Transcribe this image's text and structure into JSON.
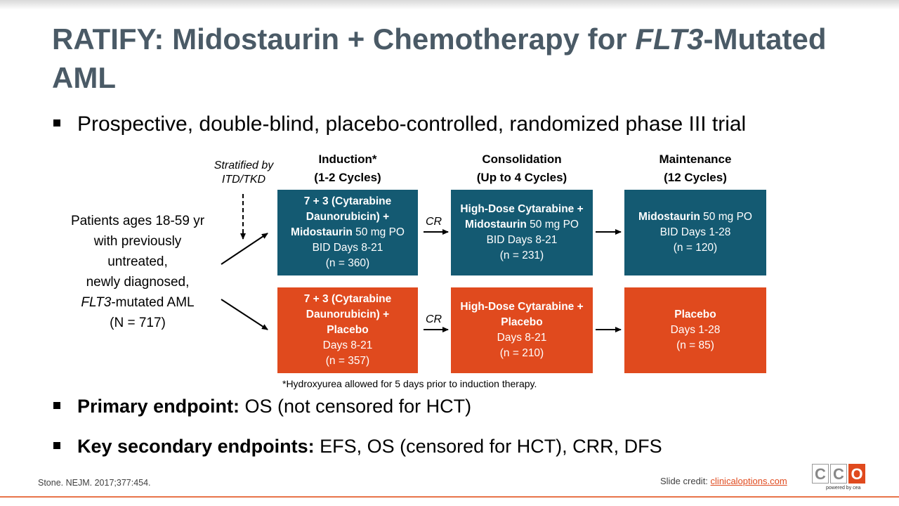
{
  "title": {
    "part1": "RATIFY: Midostaurin + Chemotherapy for ",
    "italic": "FLT3",
    "part2": "-Mutated AML"
  },
  "bullets": {
    "design": "Prospective, double-blind, placebo-controlled, randomized phase III trial",
    "primary_label": "Primary endpoint:",
    "primary_text": " OS (not censored for HCT)",
    "secondary_label": "Key secondary endpoints:",
    "secondary_text": " EFS, OS (censored for HCT), CRR, DFS"
  },
  "diagram": {
    "headers": {
      "induction_1": "Induction*",
      "induction_2": "(1-2 Cycles)",
      "consolidation_1": "Consolidation",
      "consolidation_2": "(Up to 4 Cycles)",
      "maintenance_1": "Maintenance",
      "maintenance_2": "(12 Cycles)"
    },
    "stratified": {
      "line1": "Stratified by",
      "line2": "ITD/TKD"
    },
    "patients": {
      "line1": "Patients ages 18-59 yr",
      "line2": "with previously",
      "line3": "untreated,",
      "line4": "newly diagnosed,",
      "line5_italic": "FLT3",
      "line5_rest": "-mutated AML",
      "line6": "(N = 717)"
    },
    "cr_label": "CR",
    "arm_mido": {
      "induction": {
        "b1": "7 + 3 (Cytarabine",
        "b2": "Daunorubicin) +",
        "b3": "Midostaurin",
        "t3": " 50 mg PO",
        "t4": "BID Days 8-21",
        "t5": "(n = 360)"
      },
      "consolidation": {
        "b1": "High-Dose Cytarabine +",
        "b2": "Midostaurin",
        "t2": " 50 mg PO",
        "t3": "BID Days 8-21",
        "t4": "(n = 231)"
      },
      "maintenance": {
        "b1": "Midostaurin",
        "t1": " 50 mg PO",
        "t2": "BID Days 1-28",
        "t3": "(n = 120)"
      }
    },
    "arm_placebo": {
      "induction": {
        "b1": "7 + 3 (Cytarabine",
        "b2": "Daunorubicin) +",
        "b3": "Placebo",
        "t4": "Days 8-21",
        "t5": "(n = 357)"
      },
      "consolidation": {
        "b1": "High-Dose Cytarabine +",
        "b2": "Placebo",
        "t3": "Days 8-21",
        "t4": "(n = 210)"
      },
      "maintenance": {
        "b1": "Placebo",
        "t2": "Days 1-28",
        "t3": "(n = 85)"
      }
    },
    "footnote": "*Hydroxyurea allowed for 5 days prior to induction therapy."
  },
  "footer": {
    "citation": "Stone. NEJM. 2017;377:454.",
    "credit_label": "Slide credit: ",
    "credit_link": "clinicaloptions.com",
    "logo_c1": "C",
    "logo_c2": "C",
    "logo_c3": "O",
    "logo_powered": "powered by cea"
  },
  "colors": {
    "teal": "#145a72",
    "orange": "#e04a1e",
    "title": "#4a5a66"
  }
}
